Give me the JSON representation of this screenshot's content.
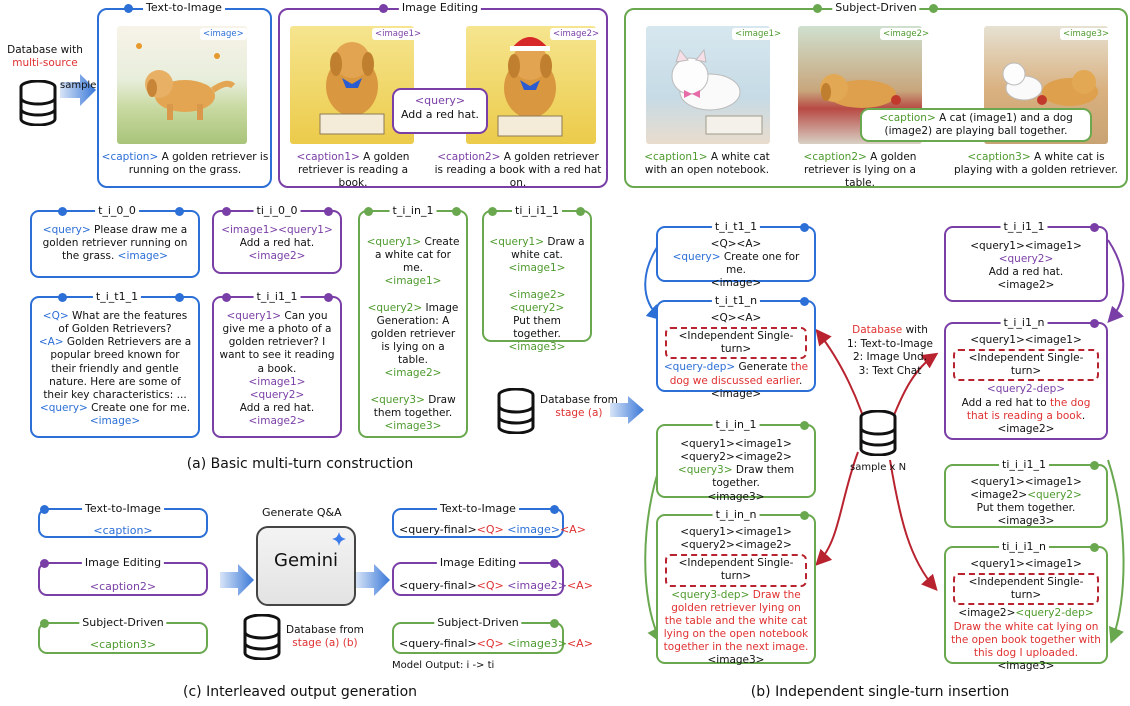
{
  "top": {
    "db_label_1": "Database with",
    "db_label_2": "multi-source",
    "db_sample": "sample",
    "t2i": {
      "title": "Text-to-Image",
      "img_tag": "<image>",
      "cap_tag": "<caption>",
      "cap_text": " A golden retriever is running on the grass."
    },
    "edit": {
      "title": "Image Editing",
      "img1_tag": "<image1>",
      "img2_tag": "<image2>",
      "query_tag": "<query>",
      "query_text": "Add a red hat.",
      "cap1_tag": "<caption1>",
      "cap1_text": " A golden retriever is reading a book.",
      "cap2_tag": "<caption2>",
      "cap2_text": " A golden retriever is reading a book with a red hat on."
    },
    "subj": {
      "title": "Subject-Driven",
      "img1_tag": "<image1>",
      "img2_tag": "<image2>",
      "img3_tag": "<image3>",
      "cap_tag": "<caption>",
      "cap_text": " A cat (image1) and a dog (image2) are playing ball together.",
      "cap1_tag": "<caption1>",
      "cap1_text": " A white cat with an open notebook.",
      "cap2_tag": "<caption2>",
      "cap2_text": " A golden retriever is lying on a table.",
      "cap3_tag": "<caption3>",
      "cap3_text": " A white cat is playing with a golden retriever."
    }
  },
  "section_a": {
    "caption": "(a) Basic multi-turn construction",
    "t_i_0_0": {
      "title": "t_i_0_0",
      "q_tag": "<query>",
      "q_text": " Please draw me a golden retriever running on the grass.",
      "img": "<image>"
    },
    "t_i_t1_1": {
      "title": "t_i_t1_1",
      "q_tag": "<Q>",
      "q_text": " What are the features of Golden Retrievers?",
      "a_tag": "<A>",
      "a_text": " Golden Retrievers are a popular breed known for their friendly and gentle nature. Here are some of their key characteristics: ...",
      "q2_tag": "<query>",
      "q2_text": " Create one for me.",
      "img": "<image>"
    },
    "ti_i_0_0": {
      "title": "ti_i_0_0",
      "l1": "<image1><query1>",
      "l2": "Add a red hat.",
      "l3": "<image2>"
    },
    "t_i_i1_1": {
      "title": "t_i_i1_1",
      "q_tag": "<query1>",
      "q_text": " Can you give me a photo of a golden retriever? I want to see it reading a book.",
      "img1": "<image1>",
      "q2_tag": "<query2>",
      "q2_text": "Add a red hat.",
      "img2": "<image2>"
    },
    "t_i_in_1": {
      "title": "t_i_in_1",
      "q1_tag": "<query1>",
      "q1_text": " Create a white cat for me.",
      "img1": "<image1>",
      "q2_tag": "<query2>",
      "q2_text": " Image Generation: A golden retriever is lying on a table.",
      "img2": "<image2>",
      "q3_tag": "<query3>",
      "q3_text": " Draw them together.",
      "img3": "<image3>"
    },
    "ti_i_i1_1": {
      "title": "ti_i_i1_1",
      "q1_tag": "<query1>",
      "q1_text": " Draw a white cat.",
      "img1": "<image1>",
      "l2": "<image2><query2>",
      "l3": "Put them together.",
      "img3": "<image3>"
    }
  },
  "section_b": {
    "caption": "(b) Independent single-turn insertion",
    "db_from": "Database from",
    "db_stage": "stage (a)",
    "center_db_head": "Database",
    "center_db_with": " with",
    "center_db_1": "1: Text-to-Image",
    "center_db_2": "2: Image Und.",
    "center_db_3": "3: Text Chat",
    "sample_n": "sample x N",
    "t_i_t1_1": {
      "title": "t_i_t1_1",
      "l1": "<Q><A>",
      "q_tag": "<query>",
      "q_text": " Create one for me.",
      "img": "<image>"
    },
    "t_i_t1_n": {
      "title": "t_i_t1_n",
      "l1": "<Q><A>",
      "ist": "<Independent Single-turn>",
      "qd_tag": "<query-dep>",
      "qd_text": " Generate ",
      "qd_red": "the dog we discussed earlier",
      "qd_end": ".",
      "img": "<image>"
    },
    "t_i_in_1": {
      "title": "t_i_in_1",
      "l1": "<query1><image1>",
      "l2": "<query2><image2>",
      "q3_tag": "<query3>",
      "q3_text": " Draw them together.",
      "img3": "<image3>"
    },
    "t_i_in_n": {
      "title": "t_i_in_n",
      "l1": "<query1><image1>",
      "l2": "<query2><image2>",
      "ist": "<Independent Single-turn>",
      "qd_tag": "<query3-dep>",
      "qd_text": " Draw the golden retriever lying on the table and the white cat lying on the open notebook together in the next image.",
      "img3": " <image3>"
    },
    "t_i_i1_1": {
      "title": "t_i_i1_1",
      "l1": "<query1><image1>",
      "q2_tag": "<query2>",
      "l3": "Add a red hat.",
      "img2": "<image2>"
    },
    "t_i_i1_n": {
      "title": "t_i_i1_n",
      "l1": "<query1><image1>",
      "ist": "<Independent Single-turn>",
      "qd_tag": "<query2-dep>",
      "qd_text": "Add a red hat to ",
      "qd_red": "the dog that is reading a book",
      "qd_end": ".",
      "img2": "<image2>"
    },
    "ti_i_i1_1": {
      "title": "ti_i_i1_1",
      "l1": "<query1><image1>",
      "l2a": "<image2>",
      "l2b": "<query2>",
      "l3": "Put them together.",
      "img3": "<image3>"
    },
    "ti_i_i1_n": {
      "title": "ti_i_i1_n",
      "l1": "<query1><image1>",
      "ist": "<Independent Single-turn>",
      "l3a": "<image2>",
      "l3b": "<query2-dep>",
      "qd_text": "Draw the white cat lying on the open book together with this dog I uploaded.",
      "img3": " <image3>"
    }
  },
  "section_c": {
    "caption": "(c) Interleaved output generation",
    "gen_label": "Generate Q&A",
    "gemini": "Gemini",
    "db_from": "Database from",
    "db_stage": "stage (a) (b)",
    "model_output": "Model Output: i -> ti",
    "in_t2i": {
      "title": "Text-to-Image",
      "tag": "<caption>"
    },
    "in_edit": {
      "title": "Image Editing",
      "tag": "<caption2>"
    },
    "in_subj": {
      "title": "Subject-Driven",
      "tag": "<caption3>"
    },
    "out_t2i": {
      "title": "Text-to-Image",
      "a": "<query-final>",
      "b": "<Q>",
      "c": " <image>",
      "d": "<A>"
    },
    "out_edit": {
      "title": "Image Editing",
      "a": "<query-final>",
      "b": "<Q>",
      "c": " <image2>",
      "d": "<A>"
    },
    "out_subj": {
      "title": "Subject-Driven",
      "a": "<query-final>",
      "b": "<Q>",
      "c": " <image3>",
      "d": "<A>"
    }
  },
  "colors": {
    "blue": "#2c6fd6",
    "purple": "#7a3fa6",
    "green": "#6aa84f",
    "red": "#e03131",
    "dark_red": "#b8232f"
  }
}
